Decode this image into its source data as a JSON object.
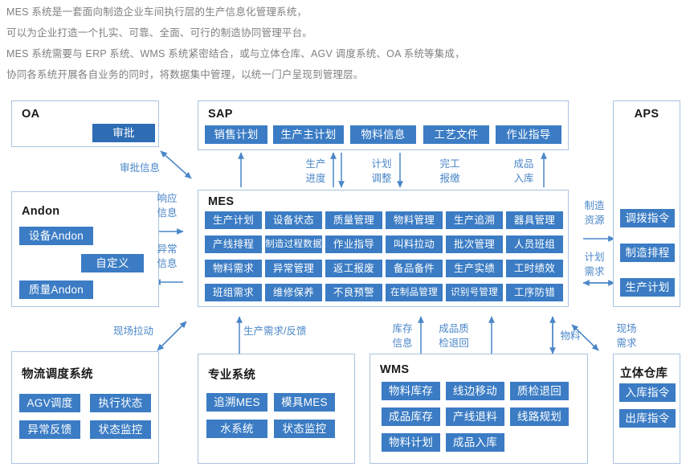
{
  "intro": {
    "lines": [
      "MES 系统是一套面向制造企业车间执行层的生产信息化管理系统，",
      "可以为企业打造一个扎实、可靠、全面、可行的制造协同管理平台。",
      "MES 系统需要与 ERP 系统、WMS 系统紧密结合，或与立体仓库、AGV 调度系统、OA 系统等集成，",
      "协同各系统开展各自业务的同时，将数据集中管理，以统一门户呈现到管理层。"
    ]
  },
  "colors": {
    "chip_blue": "#3b7cc4",
    "chip_blue_dark": "#2e6db4",
    "box_border": "#a9c3e0",
    "label_blue": "#4a86c8",
    "body_text": "#808080",
    "title_text": "#1a1a1a"
  },
  "boxes": {
    "oa": {
      "title": "OA",
      "chips": [
        "审批"
      ]
    },
    "sap": {
      "title": "SAP",
      "chips": [
        "销售计划",
        "生产主计划",
        "物料信息",
        "工艺文件",
        "作业指导"
      ]
    },
    "aps": {
      "title": "APS",
      "chips": [
        "调拨指令",
        "制造排程",
        "生产计划"
      ]
    },
    "andon": {
      "title": "Andon",
      "chips": [
        "设备Andon",
        "自定义",
        "质量Andon"
      ]
    },
    "mes": {
      "title": "MES",
      "grid": [
        [
          "生产计划",
          "设备状态",
          "质量管理",
          "物料管理",
          "生产追溯",
          "器具管理"
        ],
        [
          "产线排程",
          "制造过程数据",
          "作业指导",
          "叫料拉动",
          "批次管理",
          "人员班组"
        ],
        [
          "物料需求",
          "异常管理",
          "返工报废",
          "备品备件",
          "生产实绩",
          "工时绩效"
        ],
        [
          "班组需求",
          "维修保养",
          "不良预警",
          "在制品管理",
          "识别号管理",
          "工序防错"
        ]
      ]
    },
    "logistics": {
      "title": "物流调度系统",
      "grid": [
        [
          "AGV调度",
          "执行状态"
        ],
        [
          "异常反馈",
          "状态监控"
        ]
      ]
    },
    "professional": {
      "title": "专业系统",
      "grid": [
        [
          "追溯MES",
          "模具MES"
        ],
        [
          "水系统",
          "状态监控"
        ]
      ]
    },
    "wms": {
      "title": "WMS",
      "grid": [
        [
          "物料库存",
          "线边移动",
          "质检退回"
        ],
        [
          "成品库存",
          "产线退料",
          "线路规划"
        ],
        [
          "物料计划",
          "成品入库"
        ]
      ]
    },
    "warehouse": {
      "title": "立体仓库",
      "chips": [
        "入库指令",
        "出库指令"
      ]
    }
  },
  "arrow_labels": {
    "approval_info": "审批信息",
    "response_info": [
      "响应",
      "信息"
    ],
    "exception_info": [
      "异常",
      "信息"
    ],
    "production_progress": [
      "生产",
      "进度"
    ],
    "plan_adjust": [
      "计划",
      "调整"
    ],
    "completion_report": [
      "完工",
      "报缴"
    ],
    "finished_goods_in": [
      "成品",
      "入库"
    ],
    "manufacturing_resource": [
      "制造",
      "资源"
    ],
    "plan_demand": [
      "计划",
      "需求"
    ],
    "site_pull": "现场拉动",
    "production_demand_feedback": "生产需求/反馈",
    "inventory_info": [
      "库存",
      "信息"
    ],
    "fg_quality_return": [
      "成品质",
      "检退回"
    ],
    "material": "物料",
    "site_demand": [
      "现场",
      "需求"
    ]
  }
}
